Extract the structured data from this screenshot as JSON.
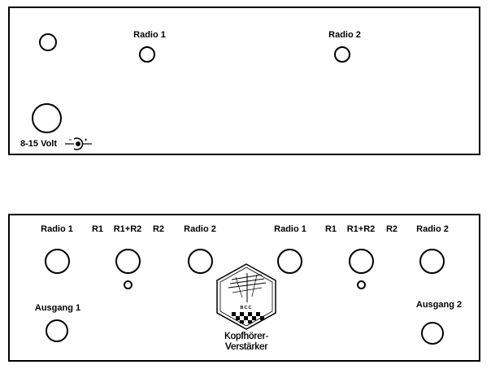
{
  "top_panel": {
    "labels": {
      "radio1": "Radio 1",
      "radio2": "Radio 2",
      "power": "8-15 Volt"
    }
  },
  "bottom_panel": {
    "labels": {
      "radio1_a": "Radio 1",
      "r1_a": "R1",
      "r1r2_a": "R1+R2",
      "r2_a": "R2",
      "radio2_a": "Radio 2",
      "radio1_b": "Radio 1",
      "r1_b": "R1",
      "r1r2_b": "R1+R2",
      "r2_b": "R2",
      "radio2_b": "Radio 2",
      "output1": "Ausgang 1",
      "output2": "Ausgang 2",
      "title_line1": "Kopfhörer-",
      "title_line2": "Verstärker"
    },
    "logo_text": "BCC"
  },
  "colors": {
    "ink": "#000000",
    "paper": "#ffffff"
  }
}
